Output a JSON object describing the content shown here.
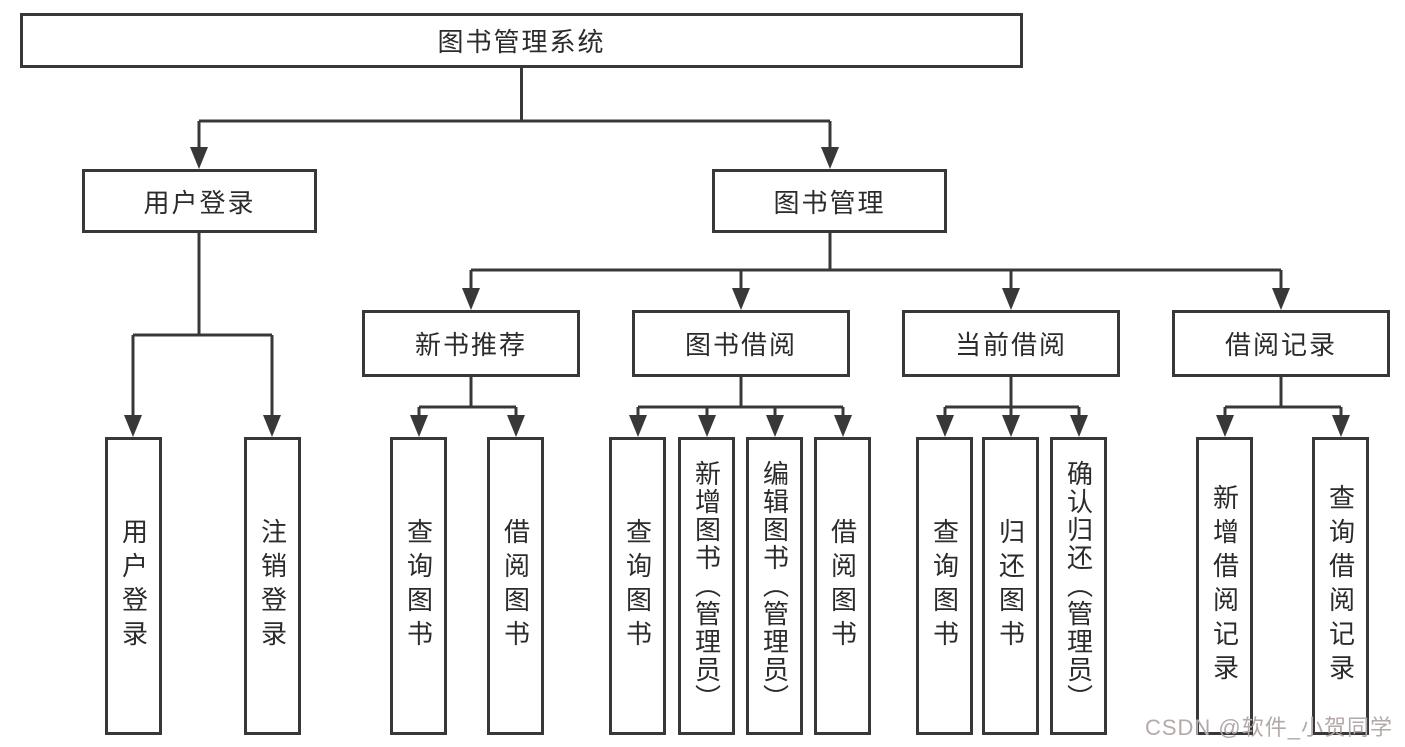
{
  "nodes": {
    "root": "图书管理系统",
    "login": "用户登录",
    "manage": "图书管理",
    "login_children": [
      "用户登录",
      "注销登录"
    ],
    "groups": [
      {
        "label": "新书推荐",
        "children": [
          "查询图书",
          "借阅图书"
        ]
      },
      {
        "label": "图书借阅",
        "children": [
          "查询图书",
          "新增图书（管理员）",
          "编辑图书（管理员）",
          "借阅图书"
        ]
      },
      {
        "label": "当前借阅",
        "children": [
          "查询图书",
          "归还图书",
          "确认归还（管理员）"
        ]
      },
      {
        "label": "借阅记录",
        "children": [
          "新增借阅记录",
          "查询借阅记录"
        ]
      }
    ]
  },
  "watermark": "CSDN @软件_小贺同学",
  "colors": {
    "line": "#383838",
    "box_border": "#383838",
    "box_background": "#ffffff",
    "text": "#2b2b2b",
    "watermark": "#b3a9a9",
    "background": "#ffffff"
  }
}
